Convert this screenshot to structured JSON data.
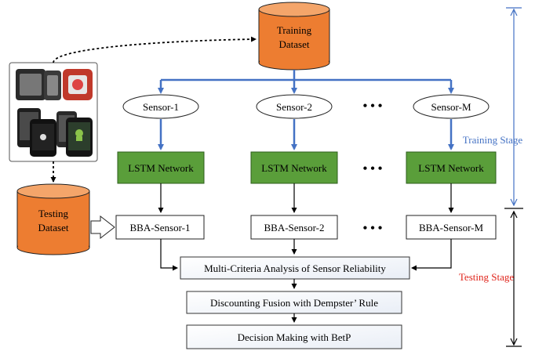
{
  "training_dataset": {
    "line1": "Training",
    "line2": "Dataset"
  },
  "testing_dataset": {
    "line1": "Testing",
    "line2": "Dataset"
  },
  "sensors": [
    "Sensor-1",
    "Sensor-2",
    "Sensor-M"
  ],
  "lstm_label": "LSTM Network",
  "bba": [
    "BBA-Sensor-1",
    "BBA-Sensor-2",
    "BBA-Sensor-M"
  ],
  "ellipsis": "• • •",
  "analysis": "Multi-Criteria Analysis of  Sensor Reliability",
  "discounting": "Discounting Fusion with Dempster’ Rule",
  "decision": "Decision Making with BetP",
  "stages": {
    "training": "Training Stage",
    "testing": "Testing Stage"
  },
  "colors": {
    "cylinder": "#ED7D31",
    "cylinder_top": "#F4A56A",
    "lstm": "#5A9E3A",
    "blue_arrow": "#4472C4",
    "training_text": "#4472C4",
    "testing_text": "#E0241B"
  }
}
